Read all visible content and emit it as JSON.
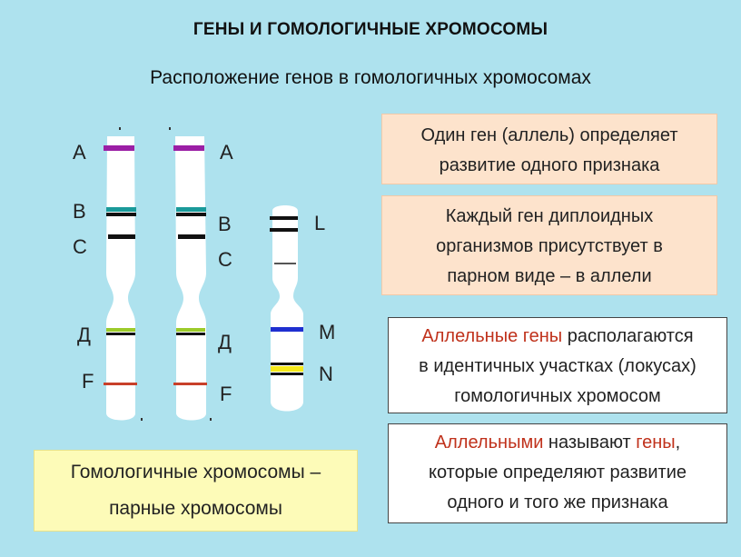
{
  "title": "ГЕНЫ И ГОМОЛОГИЧНЫЕ ХРОМОСОМЫ",
  "subtitle": "Расположение генов в гомологичных хромосомах",
  "chromosome_labels": {
    "left": [
      "A",
      "B",
      "C",
      "Д",
      "F"
    ],
    "right": [
      "A",
      "B",
      "C",
      "Д",
      "F"
    ],
    "third": [
      "L",
      "M",
      "N"
    ]
  },
  "colors": {
    "background": "#aee2ee",
    "gene_A": "#9b1fa5",
    "gene_B": "#1a9a9a",
    "gene_D": "#9ccb2a",
    "gene_F": "#c8402a",
    "gene_M": "#1f2fd0",
    "gene_N": "#f5e81a",
    "highlight_text": "#c0321c"
  },
  "boxes": {
    "box1": [
      "Один ген (аллель) определяет",
      "развитие одного признака"
    ],
    "box2": [
      "Каждый ген диплоидных",
      "организмов присутствует в",
      "парном виде – в аллели"
    ],
    "box3": {
      "line1_red": "Аллельные гены",
      "line1_rest": " располагаются",
      "line2": "в идентичных участках (локусах)",
      "line3": "гомологичных хромосом"
    },
    "box4": {
      "line1_red1": "Аллельными",
      "line1_mid": " называют ",
      "line1_red2": "гены",
      "line1_end": ",",
      "line2": "которые  определяют развитие",
      "line3": "одного и того же признака"
    },
    "box5": [
      "Гомологичные хромосомы –",
      "парные хромосомы"
    ]
  }
}
